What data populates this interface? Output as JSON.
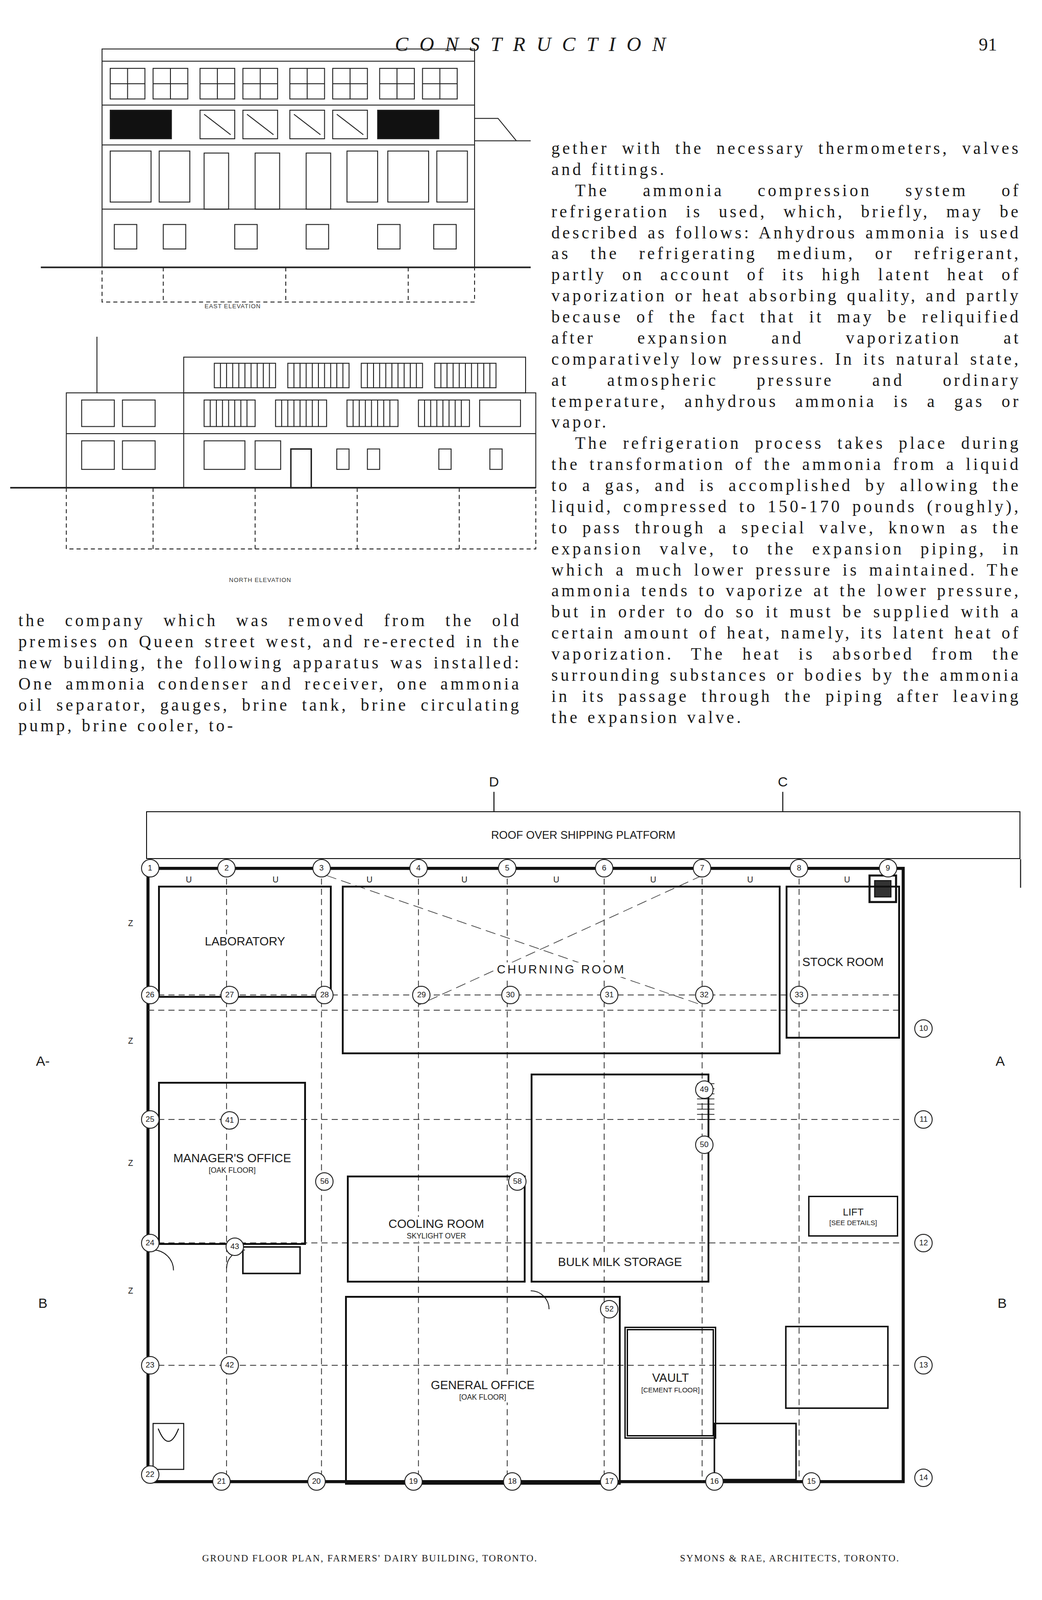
{
  "diagram": {
    "caption": "GROUND FLOOR PLAN, FARMERS' DAIRY BUILDING, TORONTO.",
    "nodes": [
      {
        "text": [
          "ROOF OVER SHIPPING PLATFORM"
        ]
      },
      {
        "text": [
          "LABORATORY"
        ]
      },
      {
        "text": [
          "CHURNING ROOM"
        ]
      },
      {
        "text": [
          "STOCK ROOM"
        ]
      },
      {
        "text": [
          "MANAGER'S OFFICE",
          "[OAK FLOOR]"
        ]
      },
      {
        "text": [
          "COOLING ROOM",
          "SKYLIGHT OVER"
        ]
      },
      {
        "text": [
          "BULK MILK STORAGE"
        ]
      },
      {
        "text": [
          "LIFT",
          "[SEE DETAILS]"
        ]
      },
      {
        "text": [
          "GENERAL OFFICE",
          "[OAK FLOOR]"
        ]
      },
      {
        "text": [
          "VAULT",
          "[CEMENT FLOOR]"
        ]
      }
    ],
    "edges": [],
    "labels": [
      "CONSTRUCTION",
      "91",
      "EAST ELEVATION",
      "NORTH ELEVATION",
      "the company which was removed from the old premises on Queen street west, and re-erected in the new building, the following apparatus was installed: One ammonia condenser and receiver, one ammonia oil separator, gauges, brine tank, brine circulating pump, brine cooler, to-",
      "gether with the necessary thermometers, valves and fittings.",
      "The ammonia compression system of refrigeration is used, which, briefly, may be described as follows: Anhydrous ammonia is used as the refrigerating medium, or refrigerant, partly on account of its high latent heat of vaporization or heat absorbing quality, and partly because of the fact that it may be reliquified after expansion and vaporization at comparatively low pressures. In its natural state, at atmospheric pressure and ordinary temperature, anhydrous ammonia is a gas or vapor.",
      "The refrigeration process takes place during the transformation of the ammonia from a liquid to a gas, and is accomplished by allowing the liquid, compressed to 150-170 pounds (roughly), to pass through a special valve, known as the expansion valve, to the expansion piping, in which a much lower pressure is maintained. The ammonia tends to vaporize at the lower pressure, but in order to do so it must be supplied with a certain amount of heat, namely, its latent heat of vaporization. The heat is absorbed from the surrounding substances or bodies by the ammonia in its passage through the piping after leaving the expansion valve.",
      "D",
      "C",
      "A-",
      "A",
      "B",
      "B",
      "1",
      "2",
      "3",
      "4",
      "5",
      "6",
      "7",
      "8",
      "9",
      "10",
      "11",
      "12",
      "13",
      "14",
      "15",
      "16",
      "17",
      "18",
      "19",
      "20",
      "21",
      "22",
      "23",
      "24",
      "25",
      "26",
      "27",
      "28",
      "29",
      "30",
      "31",
      "32",
      "33",
      "41",
      "43",
      "42",
      "49",
      "50",
      "56",
      "58",
      "52",
      "U",
      "U",
      "U",
      "U",
      "U",
      "U",
      "U",
      "U",
      "Z",
      "Z",
      "Z",
      "Z",
      "SYMONS & RAE, ARCHITECTS, TORONTO."
    ]
  }
}
